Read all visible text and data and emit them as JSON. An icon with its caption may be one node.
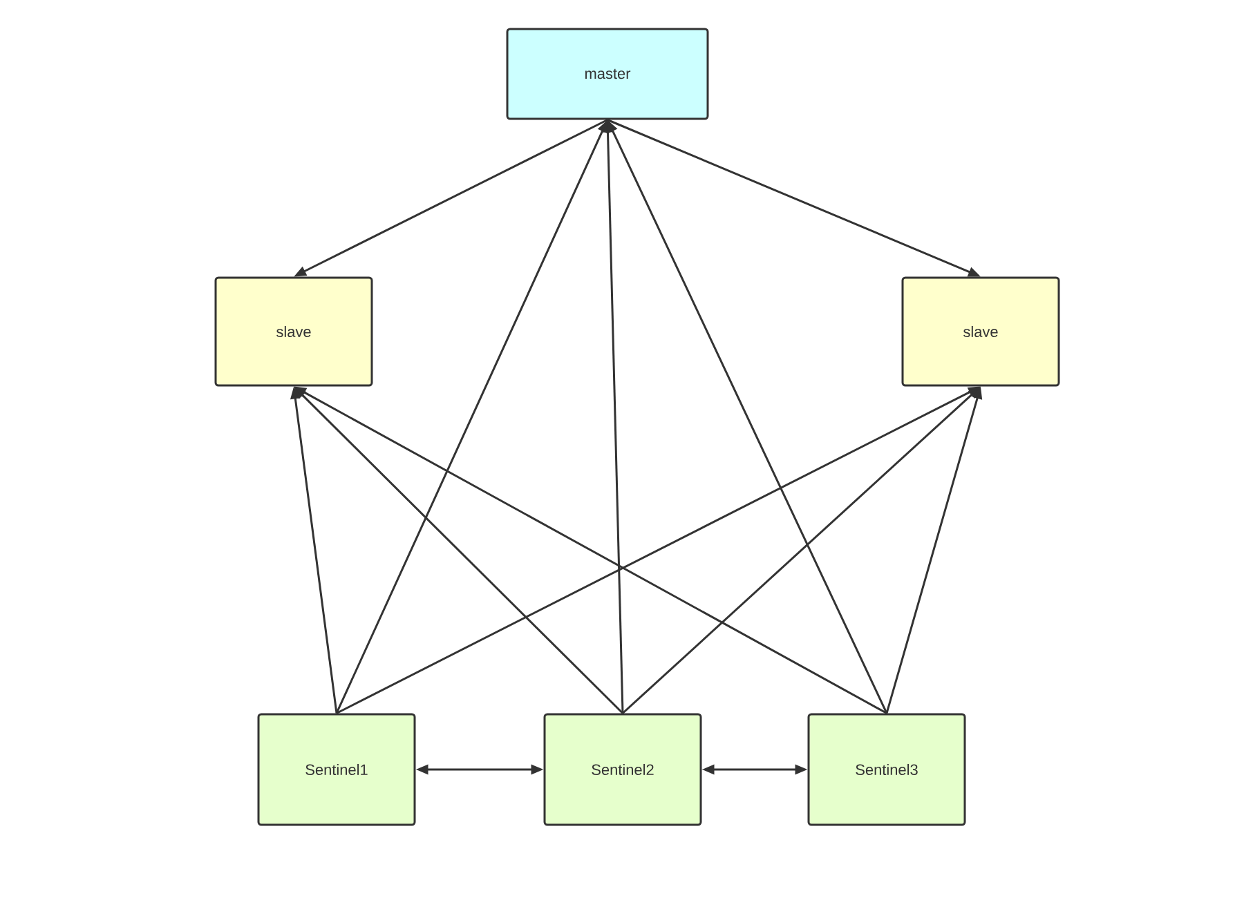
{
  "diagram": {
    "nodes": [
      {
        "text": [
          "master"
        ]
      },
      {
        "text": [
          "slave"
        ]
      },
      {
        "text": [
          "slave"
        ]
      },
      {
        "text": [
          "Sentinel1"
        ]
      },
      {
        "text": [
          "Sentinel2"
        ]
      },
      {
        "text": [
          "Sentinel3"
        ]
      }
    ],
    "edges": [
      {
        "from": 0,
        "to": 1,
        "arrow": "to"
      },
      {
        "from": 0,
        "to": 2,
        "arrow": "to"
      },
      {
        "from": 3,
        "to": 0,
        "arrow": "to"
      },
      {
        "from": 3,
        "to": 1,
        "arrow": "to"
      },
      {
        "from": 3,
        "to": 2,
        "arrow": "to"
      },
      {
        "from": 4,
        "to": 0,
        "arrow": "to"
      },
      {
        "from": 4,
        "to": 1,
        "arrow": "to"
      },
      {
        "from": 4,
        "to": 2,
        "arrow": "to"
      },
      {
        "from": 5,
        "to": 0,
        "arrow": "to"
      },
      {
        "from": 5,
        "to": 1,
        "arrow": "to"
      },
      {
        "from": 5,
        "to": 2,
        "arrow": "to"
      },
      {
        "from": 3,
        "to": 4,
        "arrow": "both"
      },
      {
        "from": 4,
        "to": 5,
        "arrow": "both"
      }
    ]
  }
}
